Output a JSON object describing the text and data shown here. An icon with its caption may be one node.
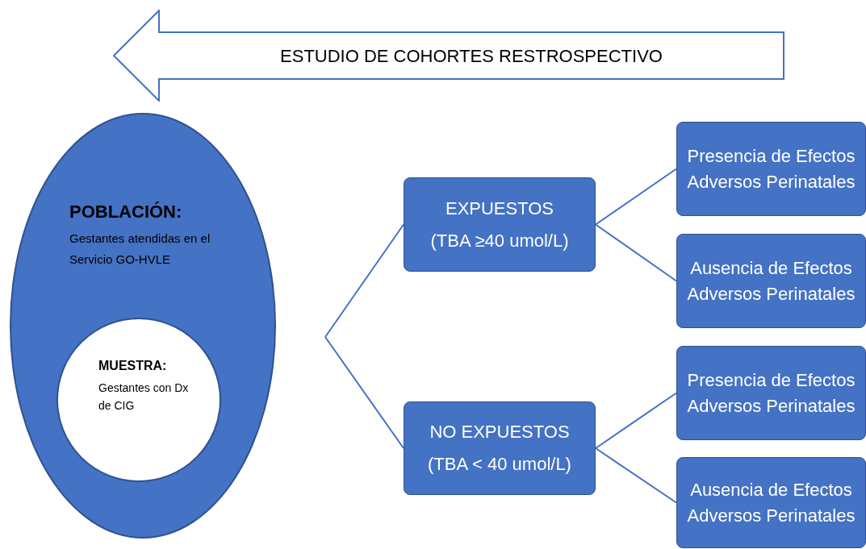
{
  "diagram": {
    "nodes": [
      {
        "text": [
          "ESTUDIO DE COHORTES RESTROSPECTIVO"
        ]
      },
      {
        "text": [
          "POBLACIÓN:",
          "Gestantes atendidas en el Servicio GO-HVLE"
        ]
      },
      {
        "text": [
          "MUESTRA:",
          "Gestantes con Dx de CIG"
        ],
        "in": 1
      },
      {
        "text": [
          "EXPUESTOS",
          "(TBA ≥40 umol/L)"
        ]
      },
      {
        "text": [
          "NO EXPUESTOS",
          "(TBA < 40 umol/L)"
        ]
      },
      {
        "text": [
          "Presencia de Efectos Adversos Perinatales"
        ]
      },
      {
        "text": [
          "Ausencia de Efectos Adversos Perinatales"
        ]
      },
      {
        "text": [
          "Presencia de Efectos Adversos Perinatales"
        ]
      },
      {
        "text": [
          "Ausencia de Efectos Adversos Perinatales"
        ]
      }
    ],
    "edges": [
      {
        "from": null,
        "to": 3,
        "arrow": "none"
      },
      {
        "from": null,
        "to": 4,
        "arrow": "none"
      },
      {
        "from": 3,
        "to": 5,
        "arrow": "none"
      },
      {
        "from": 3,
        "to": 6,
        "arrow": "none"
      },
      {
        "from": 4,
        "to": 7,
        "arrow": "none"
      },
      {
        "from": 4,
        "to": 8,
        "arrow": "none"
      }
    ]
  }
}
